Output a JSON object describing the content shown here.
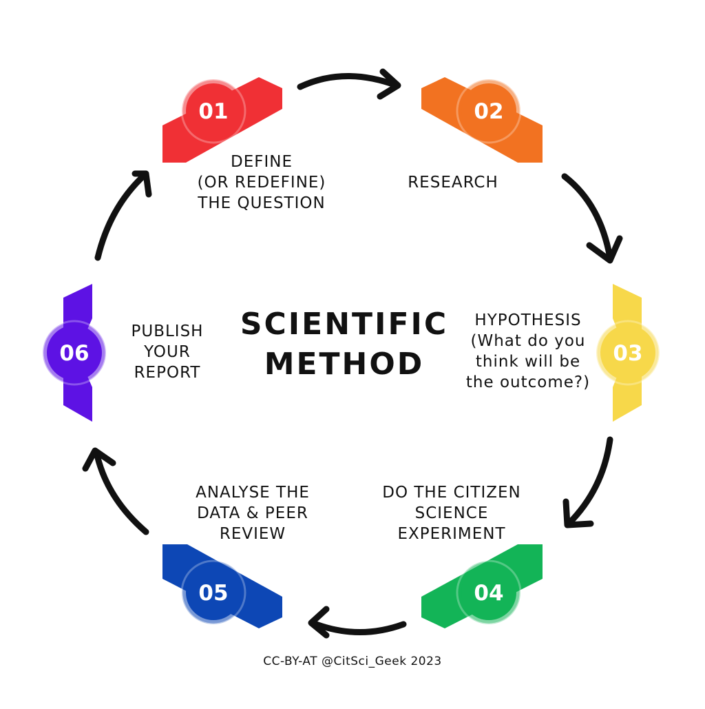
{
  "title": "SCIENTIFIC\nMETHOD",
  "footer": "CC-BY-AT @CitSci_Geek 2023",
  "steps": [
    {
      "number": "01",
      "label": "DEFINE\n(OR REDEFINE)\nTHE QUESTION",
      "color": "#f03035"
    },
    {
      "number": "02",
      "label": "RESEARCH",
      "color": "#f27221"
    },
    {
      "number": "03",
      "label": "HYPOTHESIS\n(What do you\nthink will be\nthe outcome?)",
      "color": "#f7d84a"
    },
    {
      "number": "04",
      "label": "DO THE CITIZEN\nSCIENCE\nEXPERIMENT",
      "color": "#13b457"
    },
    {
      "number": "05",
      "label": "ANALYSE THE\nDATA & PEER\nREVIEW",
      "color": "#0d47b5"
    },
    {
      "number": "06",
      "label": "PUBLISH\nYOUR\nREPORT",
      "color": "#5d12e4"
    }
  ],
  "colors": {
    "arrow": "#111111",
    "background": "#ffffff"
  }
}
